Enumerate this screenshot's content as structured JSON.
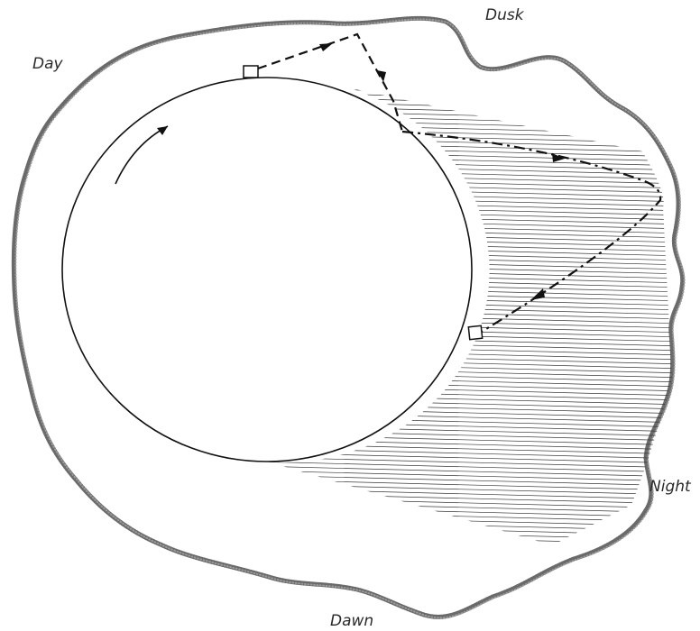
{
  "labels": {
    "day": "Day",
    "dusk": "Dusk",
    "night": "Night",
    "dawn": "Dawn"
  },
  "colors": {
    "ink": "#111111",
    "atmosphere": "#6a6a6a",
    "shadow_hatch": "#3a3a3a",
    "background": "#ffffff"
  },
  "icons": {
    "rotation": "curved-arrow-icon",
    "station": "square-marker-icon",
    "path_direction": "arrowhead-icon"
  }
}
